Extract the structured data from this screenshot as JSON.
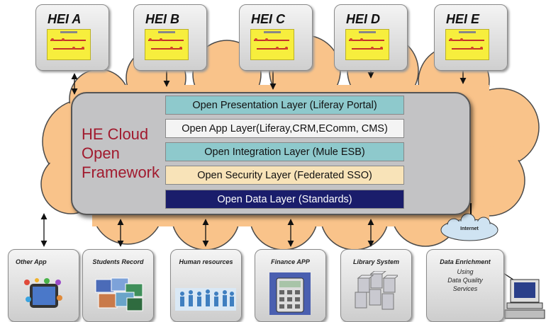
{
  "institutions": [
    {
      "label": "HEI A"
    },
    {
      "label": "HEI B"
    },
    {
      "label": "HEI C"
    },
    {
      "label": "HEI D"
    },
    {
      "label": "HEI E"
    }
  ],
  "framework": {
    "title_line1": "HE Cloud",
    "title_line2": "Open",
    "title_line3": "Framework"
  },
  "layers": [
    {
      "label": "Open Presentation Layer (Liferay Portal)"
    },
    {
      "label": "Open App Layer(Liferay,CRM,EComm, CMS)"
    },
    {
      "label": "Open Integration Layer (Mule ESB)"
    },
    {
      "label": "Open Security Layer (Federated SSO)"
    },
    {
      "label": "Open Data Layer (Standards)"
    }
  ],
  "internet": {
    "label": "Internet"
  },
  "apps": [
    {
      "label": "Other App"
    },
    {
      "label": "Students Record"
    },
    {
      "label": "Human resources"
    },
    {
      "label": "Finance APP"
    },
    {
      "label": "Library System"
    },
    {
      "label": "Data Enrichment",
      "sub1": "Using",
      "sub2": "Data Quality",
      "sub3": "Services"
    }
  ],
  "colors": {
    "cloud": "#f9c38a",
    "cloud_stroke": "#4a4a4a",
    "framework_title": "#a11a2e",
    "presentation": "#8ec9cc",
    "data_layer": "#1a1d6b",
    "security": "#f8e3b8",
    "internet_cloud": "#cfe3f2"
  }
}
